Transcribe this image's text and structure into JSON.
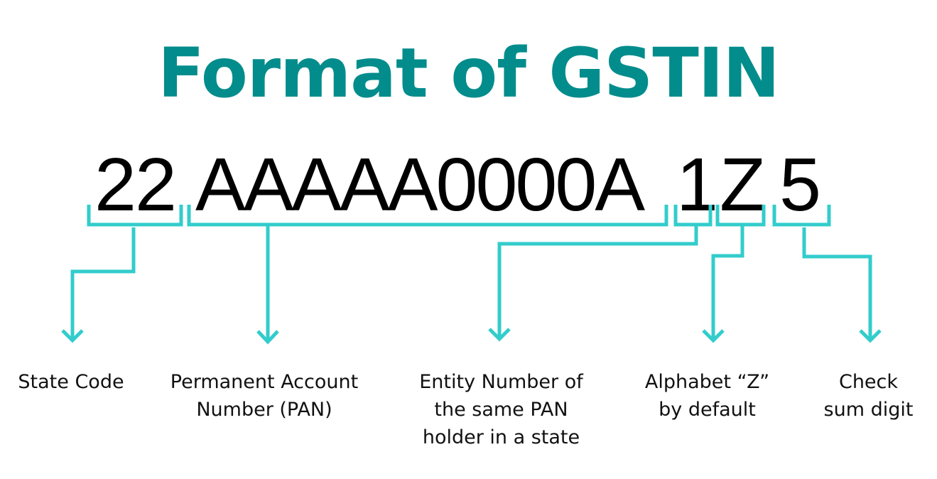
{
  "title": "Format of GSTIN",
  "colors": {
    "title": "#038c8c",
    "bracket": "#33cccc",
    "code_text": "#000000",
    "label_text": "#111111"
  },
  "example": "22AAAAA0000A1Z5",
  "segments": [
    {
      "code": "22",
      "label_line1": "State Code",
      "label_line2": "",
      "label_line3": ""
    },
    {
      "code": "AAAAA0000A",
      "label_line1": "Permanent Account",
      "label_line2": "Number (PAN)",
      "label_line3": ""
    },
    {
      "code": "1",
      "label_line1": "Entity Number of",
      "label_line2": "the same PAN",
      "label_line3": "holder in a state"
    },
    {
      "code": "Z",
      "label_line1": "Alphabet “Z”",
      "label_line2": "by default",
      "label_line3": ""
    },
    {
      "code": "5",
      "label_line1": "Check",
      "label_line2": "sum digit",
      "label_line3": ""
    }
  ],
  "icons": {
    "arrow": "down-arrow-icon",
    "bracket": "bracket-underline"
  }
}
